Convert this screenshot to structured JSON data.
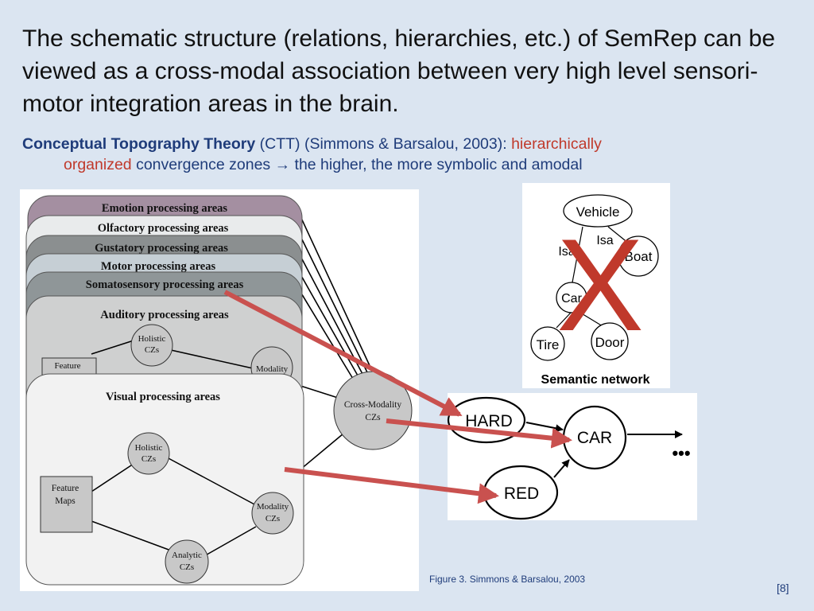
{
  "slide": {
    "title": "The schematic structure (relations, hierarchies, etc.)  of SemRep can be viewed as a cross-modal association between very high level sensori-motor integration areas in the brain.",
    "subtitle": {
      "term": "Conceptual Topography Theory",
      "abbr_cite": " (CTT) (Simmons & Barsalou, 2003): ",
      "highlight_1": "hierarchically",
      "highlight_2": "organized",
      "rest": " convergence zones → the higher, the more symbolic and amodal"
    },
    "caption": "Figure 3. Simmons & Barsalou, 2003",
    "reference": "[8]"
  },
  "brain_figure": {
    "areas": [
      "Emotion processing areas",
      "Olfactory processing areas",
      "Gustatory processing areas",
      "Motor processing areas",
      "Somatosensory processing areas",
      "Auditory processing areas",
      "Visual processing areas"
    ],
    "auditory_nodes": {
      "holistic": [
        "Holistic",
        "CZs"
      ],
      "feature": "Feature",
      "modality": "Modality"
    },
    "visual_nodes": {
      "holistic": [
        "Holistic",
        "CZs"
      ],
      "feature_maps": [
        "Feature",
        "Maps"
      ],
      "modality": [
        "Modality",
        "CZs"
      ],
      "analytic": [
        "Analytic",
        "CZs"
      ]
    },
    "cross_modality": [
      "Cross-Modality",
      "CZs"
    ],
    "colors": {
      "emotion": "#a48fa1",
      "olfactory": "#e9ebec",
      "gustatory": "#8b8f90",
      "motor": "#c6cfd5",
      "somatosensory": "#8f9698",
      "auditory": "#cfd0d0",
      "visual": "#f2f2f2"
    }
  },
  "semantic_network": {
    "nodes": [
      "Vehicle",
      "Isa",
      "Isa",
      "Boat",
      "Car",
      "Tire",
      "Door"
    ],
    "label": "Semantic  network",
    "cross_mark": "X",
    "cross_color": "#c0392b"
  },
  "semrep": {
    "nodes": [
      "HARD",
      "CAR",
      "RED"
    ],
    "ellipsis": "•••"
  },
  "arrow_color": "#c9514f"
}
